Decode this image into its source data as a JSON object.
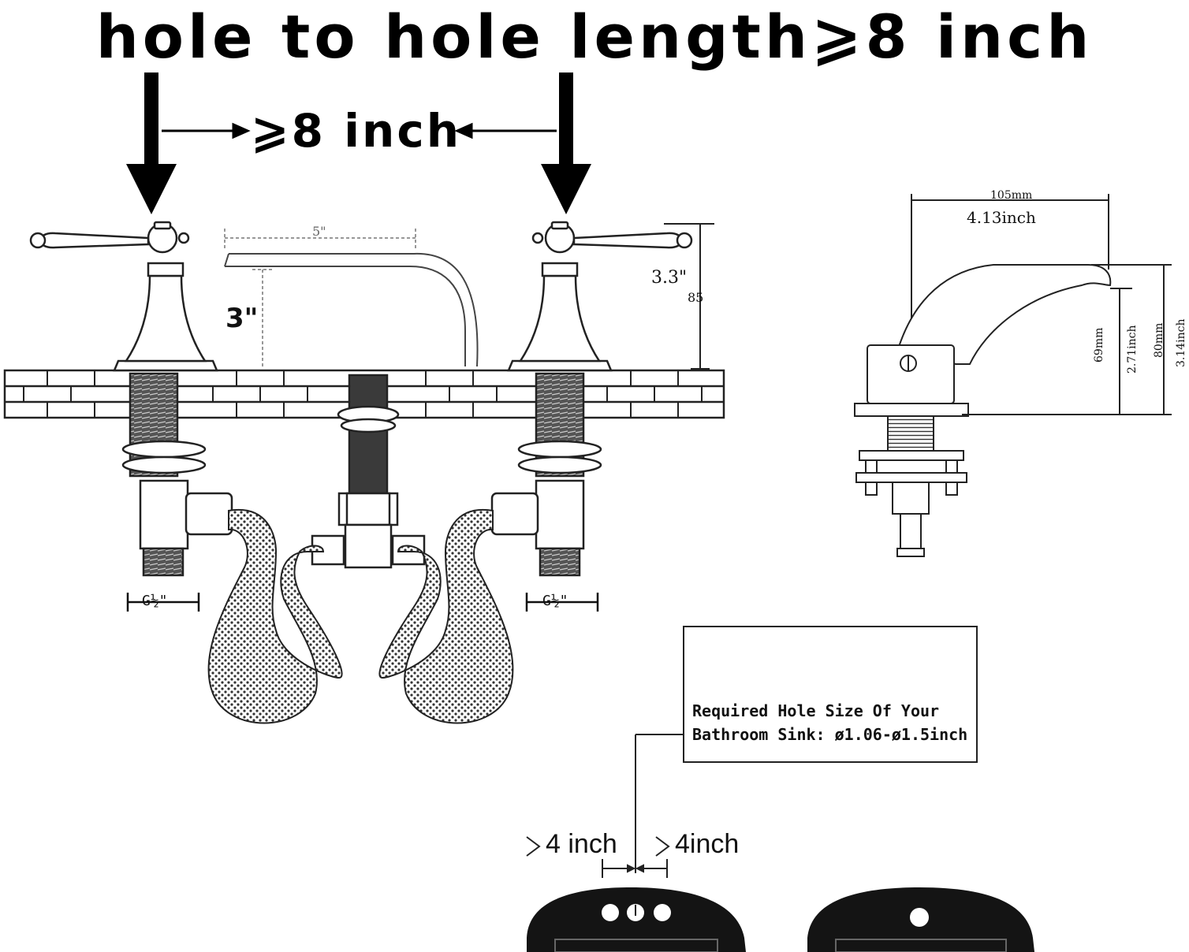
{
  "title": "hole to hole length⩾8 inch",
  "main_diagram": {
    "center_dimension": "⩾8 inch",
    "spout_length": "5\"",
    "spout_height": "3\"",
    "handle_height": "3.3\"",
    "handle_height_mm": "85",
    "left_thread": "G½\"",
    "right_thread": "G½\""
  },
  "side_view": {
    "width_mm": "105mm",
    "width_inch": "4.13inch",
    "spout_height_mm": "69mm",
    "spout_height_inch": "2.71inch",
    "total_height_mm": "80mm",
    "total_height_inch": "3.14inch"
  },
  "hole_note": {
    "line1": "Required Hole Size Of Your",
    "line2": "Bathroom Sink: ø1.06-ø1.5inch"
  },
  "sink_spacing": {
    "left": "4 inch",
    "right": "4inch"
  }
}
